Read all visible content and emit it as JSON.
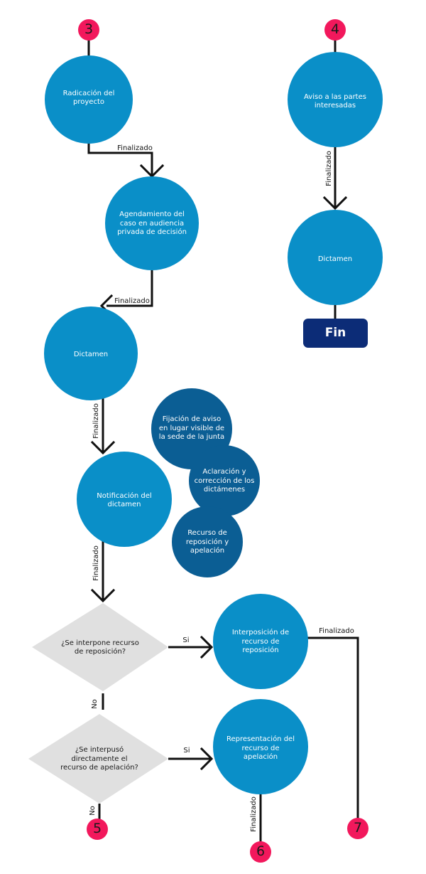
{
  "colors": {
    "process": "#0a8fc8",
    "secondary": "#0b5e94",
    "decision": "#e0e0e0",
    "connector": "#f2185c",
    "terminal": "#0c2c77",
    "line": "#111111",
    "text_light": "#ffffff",
    "text_dark": "#1a1a1a"
  },
  "nodes": {
    "conn3": "3",
    "conn4": "4",
    "conn5": "5",
    "conn6": "6",
    "conn7": "7",
    "radicacion": "Radicación del proyecto",
    "agendamiento": "Agendamiento del caso en audiencia privada de decisión",
    "dictamen_left": "Dictamen",
    "notificacion": "Notificación del dictamen",
    "fijacion": "Fijación de aviso en lugar visible de la sede de la junta",
    "aclaracion": "Aclaración y corrección de los dictámenes",
    "recurso_rep_ap": "Recurso de reposición y apelación",
    "decision1": "¿Se interpone recurso de reposición?",
    "interposicion": "Interposición de recurso de reposición",
    "decision2": "¿Se interpusó directamente el recurso de apelación?",
    "representacion": "Representación del recurso de apelación",
    "aviso": "Aviso a las partes interesadas",
    "dictamen_right": "Dictamen",
    "fin": "Fin"
  },
  "edge_labels": {
    "e1": "Finalizado",
    "e2": "Finalizado",
    "e3": "Finalizado",
    "e4": "Finalizado",
    "e5": "Si",
    "e6": "No",
    "e7": "Finalizado",
    "e8": "Si",
    "e9": "No",
    "e10": "Finalizado",
    "e11": "Finalizado"
  }
}
